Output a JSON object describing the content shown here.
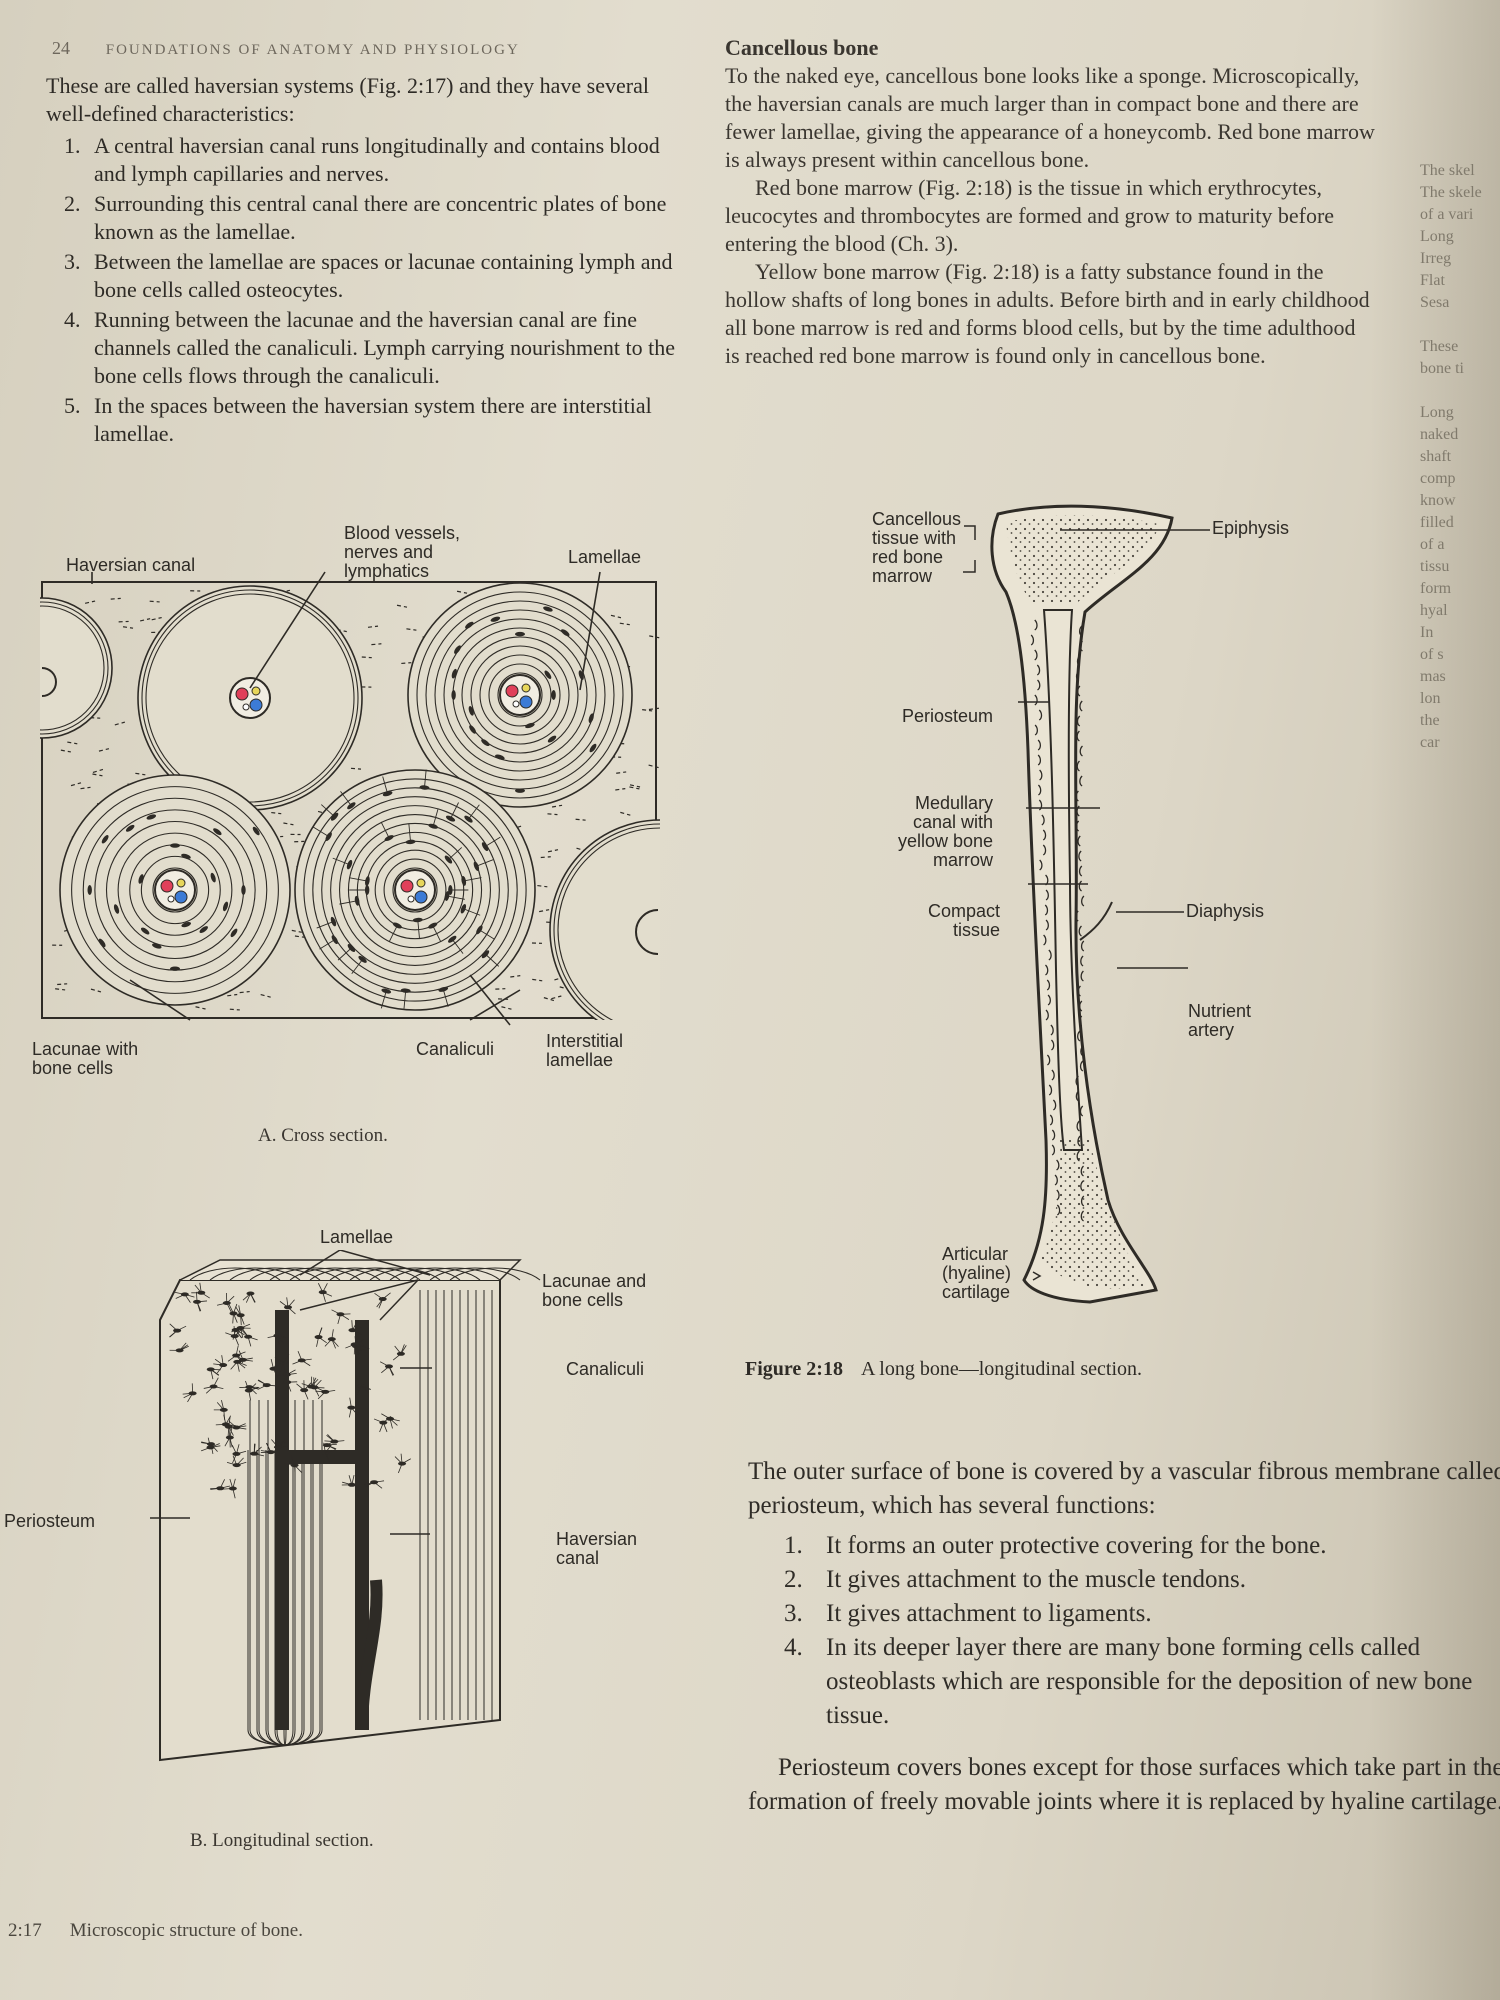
{
  "header": {
    "page_number": "24",
    "running_title": "FOUNDATIONS OF ANATOMY AND PHYSIOLOGY"
  },
  "left_column": {
    "intro": "These are called haversian systems (Fig. 2:17) and they have several well-defined characteristics:",
    "items": [
      {
        "num": "1.",
        "text": "A central haversian canal runs longitudinally and contains blood and lymph capillaries and nerves."
      },
      {
        "num": "2.",
        "text": "Surrounding this central canal there are concentric plates of bone known as the lamellae."
      },
      {
        "num": "3.",
        "text": "Between the lamellae are spaces or lacunae containing lymph and bone cells called osteocytes."
      },
      {
        "num": "4.",
        "text": "Running between the lacunae and the haversian canal are fine channels called the canaliculi. Lymph carrying nourishment to the bone cells flows through the canaliculi."
      },
      {
        "num": "5.",
        "text": "In the spaces between the haversian system there are interstitial lamellae."
      }
    ]
  },
  "right_column": {
    "heading": "Cancellous bone",
    "p1": "To the naked eye, cancellous bone looks like a sponge. Microscopically, the haversian canals are much larger than in compact bone and there are fewer lamellae, giving the appearance of a honeycomb. Red bone marrow is always present within cancellous bone.",
    "p2": "Red bone marrow (Fig. 2:18) is the tissue in which erythrocytes, leucocytes and thrombocytes are formed and grow to maturity before entering the blood (Ch. 3).",
    "p3": "Yellow bone marrow (Fig. 2:18) is a fatty substance found in the hollow shafts of long bones in adults. Before birth and in early childhood all bone marrow is red and forms blood cells, but by the time adulthood is reached red bone marrow is found only in cancellous bone."
  },
  "edge_text": [
    "The skel",
    "The skele",
    "of a vari",
    "Long",
    "Irreg",
    "Flat",
    "Sesa",
    "",
    "These",
    "bone ti",
    "",
    "Long",
    "naked",
    "shaft",
    "comp",
    "know",
    "filled",
    "of a",
    "tissu",
    "form",
    "hyal",
    "In",
    "of s",
    "mas",
    "lon",
    "the",
    "car"
  ],
  "fig_a": {
    "labels": {
      "haversian_canal": "Haversian canal",
      "blood_vessels": "Blood vessels,\nnerves and\nlymphatics",
      "lamellae": "Lamellae",
      "lacunae": "Lacunae with\nbone cells",
      "canaliculi": "Canaliculi",
      "interstitial": "Interstitial\nlamellae"
    },
    "caption": "A. Cross section."
  },
  "fig_b": {
    "labels": {
      "lamellae": "Lamellae",
      "lacunae": "Lacunae and\nbone cells",
      "canaliculi": "Canaliculi",
      "periosteum": "Periosteum",
      "haversian": "Haversian\ncanal"
    },
    "caption": "B. Longitudinal section."
  },
  "fig_217_caption": {
    "num": "2:17",
    "text": "Microscopic structure of bone."
  },
  "fig_218": {
    "labels": {
      "cancellous": "Cancellous\ntissue with\nred bone\nmarrow",
      "epiphysis": "Epiphysis",
      "periosteum": "Periosteum",
      "medullary": "Medullary\ncanal with\nyellow bone\nmarrow",
      "compact": "Compact\ntissue",
      "diaphysis": "Diaphysis",
      "nutrient": "Nutrient\nartery",
      "articular": "Articular\n(hyaline)\ncartilage"
    },
    "caption_num": "Figure 2:18",
    "caption_text": "A long bone—longitudinal section."
  },
  "lower_text": {
    "intro": "The outer surface of bone is covered by a vascular fibrous membrane called periosteum, which has several functions:",
    "items": [
      {
        "num": "1.",
        "text": "It forms an outer protective covering for the bone."
      },
      {
        "num": "2.",
        "text": "It gives attachment to the muscle tendons."
      },
      {
        "num": "3.",
        "text": "It gives attachment to ligaments."
      },
      {
        "num": "4.",
        "text": "In its deeper layer there are many bone forming cells called osteoblasts which are responsible for the deposition of new bone tissue."
      }
    ],
    "last": "Periosteum covers bones except for those surfaces which take part in the formation of freely movable joints where it is replaced by hyaline cartilage."
  },
  "colors": {
    "blue": "#3c7bd6",
    "red": "#e0405a",
    "yellow": "#e7d65a",
    "ink": "#2e2b26"
  }
}
